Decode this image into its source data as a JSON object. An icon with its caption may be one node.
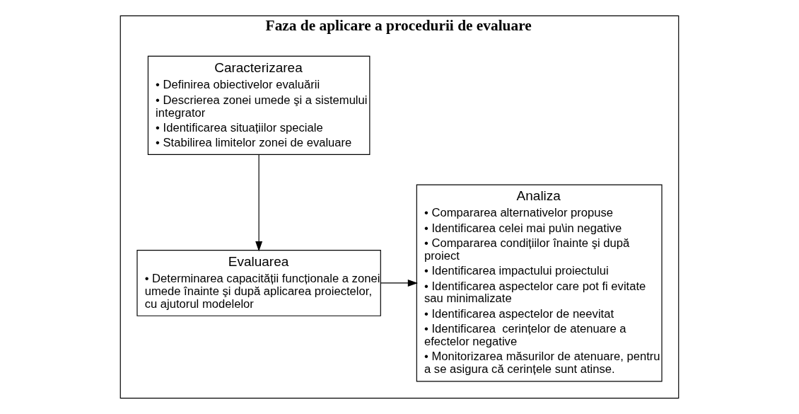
{
  "diagram": {
    "nodes": [
      {
        "text": [
          "Faza de aplicare a procedurii de evaluare"
        ]
      },
      {
        "text": [
          "Caracterizarea",
          "• Definirea obiectivelor evaluării",
          "• Descrierea zonei umede şi a sistemului integrator",
          "• Identificarea situațiilor speciale",
          "• Stabilirea limitelor zonei de evaluare"
        ],
        "in": 0
      },
      {
        "text": [
          "Evaluarea",
          "• Determinarea capacității funcționale a zonei umede înainte şi după aplicarea proiectelor, cu ajutorul modelelor"
        ],
        "in": 0
      },
      {
        "text": [
          "Analiza",
          "• Compararea alternativelor propuse",
          "• Identificarea celei mai pu\\in negative",
          "• Compararea condițiilor înainte şi după proiect",
          "• Identificarea impactului proiectului",
          "• Identificarea aspectelor care pot fi evitate sau minimalizate",
          "• Identificarea aspectelor de neevitat",
          "• Identificarea  cerințelor de atenuare a efectelor negative",
          "• Monitorizarea măsurilor de atenuare, pentru a se asigura că cerințele sunt atinse."
        ],
        "in": 0
      }
    ],
    "edges": [
      {
        "from": 1,
        "to": 2,
        "arrow": "to"
      },
      {
        "from": 2,
        "to": 3,
        "arrow": "to"
      }
    ]
  }
}
